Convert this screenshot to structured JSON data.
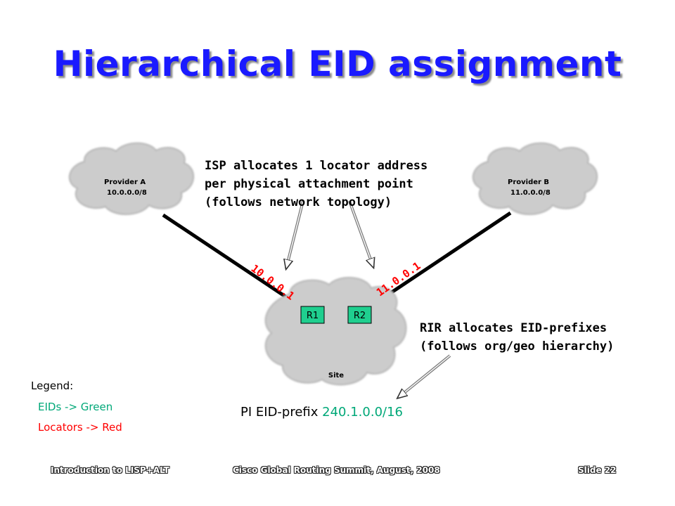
{
  "title": "Hierarchical EID assignment",
  "providers": [
    {
      "name": "Provider A",
      "prefix": "10.0.0.0/8"
    },
    {
      "name": "Provider B",
      "prefix": "11.0.0.0/8"
    }
  ],
  "site": {
    "label": "Site",
    "routers": [
      "R1",
      "R2"
    ]
  },
  "locators": [
    "10.0.0.1",
    "11.0.0.1"
  ],
  "isp_note": [
    "ISP allocates 1 locator address",
    "per physical attachment point",
    "(follows network topology)"
  ],
  "rir_note": [
    "RIR allocates EID-prefixes",
    "(follows org/geo hierarchy)"
  ],
  "eid": {
    "label": "PI EID-prefix",
    "prefix": "240.1.0.0/16"
  },
  "legend": {
    "title": "Legend:",
    "eids": "EIDs -> Green",
    "locators": "Locators -> Red"
  },
  "footer": {
    "left": "Introduction to LISP+ALT",
    "center": "Cisco Global Routing Summit, August, 2008",
    "right": "Slide 22"
  },
  "colors": {
    "title": "#1a1aff",
    "eid": "#00a878",
    "locator": "#ff0000",
    "router": "#1fcf8f",
    "cloud": "#cccccc"
  }
}
